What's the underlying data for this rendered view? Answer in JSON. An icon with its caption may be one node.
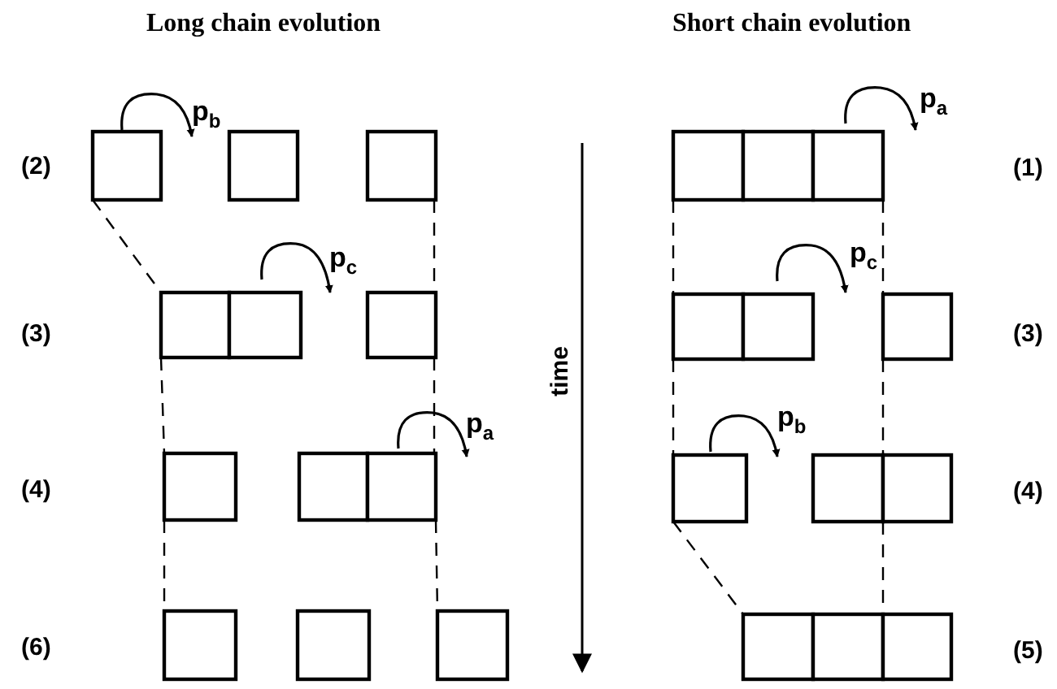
{
  "diagram": {
    "labels": [
      "Long chain evolution",
      "Short chain evolution",
      "p$_{b}$",
      "p$_{a}$",
      "(2)",
      "(1)",
      "p$_{c}$",
      "p$_{c}$",
      "(3)",
      "(3)",
      "time",
      "p$_{a}$",
      "p$_{b}$",
      "(4)",
      "(4)",
      "(6)",
      "(5)"
    ]
  }
}
